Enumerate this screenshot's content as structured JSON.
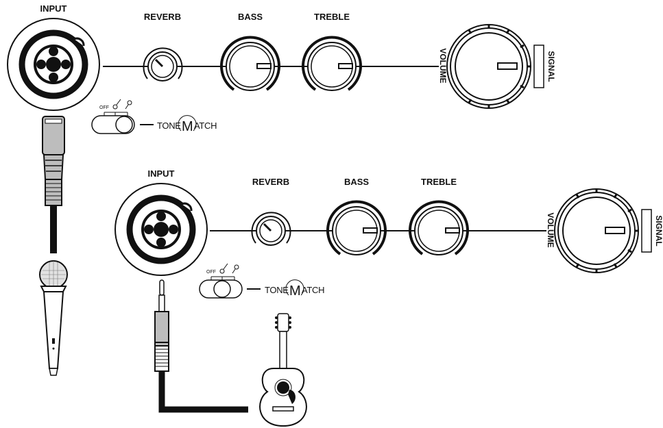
{
  "panels": [
    {
      "input_label": "INPUT",
      "reverb_label": "REVERB",
      "bass_label": "BASS",
      "treble_label": "TREBLE",
      "volume_label": "VOLUME",
      "signal_label": "SIGNAL",
      "switch_off_label": "OFF",
      "tonematch_prefix": "TONE",
      "tonematch_m": "M",
      "tonematch_suffix": "ATCH",
      "connected_device": "microphone-icon"
    },
    {
      "input_label": "INPUT",
      "reverb_label": "REVERB",
      "bass_label": "BASS",
      "treble_label": "TREBLE",
      "volume_label": "VOLUME",
      "signal_label": "SIGNAL",
      "switch_off_label": "OFF",
      "tonematch_prefix": "TONE",
      "tonematch_m": "M",
      "tonematch_suffix": "ATCH",
      "connected_device": "acoustic-guitar-icon"
    }
  ],
  "colors": {
    "ink": "#111111",
    "cable_grey": "#bdbdbd",
    "background": "#ffffff"
  }
}
